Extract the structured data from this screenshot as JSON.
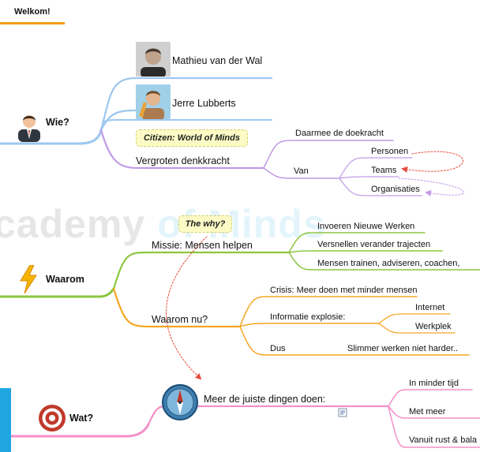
{
  "header": {
    "title": "Welkom!",
    "accent": "#f39c12"
  },
  "watermark": {
    "part1": "cademy ",
    "part2": "of Minds"
  },
  "colors": {
    "blue": "#9cc7f0",
    "purple": "#c19be6",
    "green": "#8cc63f",
    "orange": "#f5a623",
    "pink": "#f48fc8",
    "red_arrow": "#e74c3c"
  },
  "wie": {
    "label": "Wie?",
    "icon": "businessman-icon",
    "people": [
      {
        "name": "Mathieu van der Wal",
        "icon": "person-photo-icon"
      },
      {
        "name": "Jerre Lubberts",
        "icon": "person-photo-icon"
      }
    ],
    "callout": "Citizen: World of Minds",
    "topic": "Vergroten denkkracht",
    "children": {
      "doekracht": "Daarmee de doekracht",
      "van": "Van",
      "van_items": [
        "Personen",
        "Teams",
        "Organisaties"
      ]
    }
  },
  "waarom": {
    "label": "Waarom",
    "icon": "lightning-icon",
    "callout": "The why?",
    "missie": "Missie: Mensen helpen",
    "missie_items": [
      "Invoeren Nieuwe Werken",
      "Versnellen verander trajecten",
      "Mensen trainen, adviseren, coachen,"
    ],
    "waarom_nu": "Waarom nu?",
    "crisis": "Crisis: Meer doen met minder mensen",
    "info": "Informatie explosie:",
    "info_items": [
      "Internet",
      "Werkplek"
    ],
    "dus": "Dus",
    "dus_item": "Slimmer werken niet harder.."
  },
  "wat": {
    "label": "Wat?",
    "icon": "target-icon",
    "compass_icon": "compass-icon",
    "note_icon": "note-icon",
    "topic": "Meer de juiste dingen doen:",
    "items": [
      "In minder tijd",
      "Met meer",
      "Vanuit rust & bala"
    ]
  }
}
